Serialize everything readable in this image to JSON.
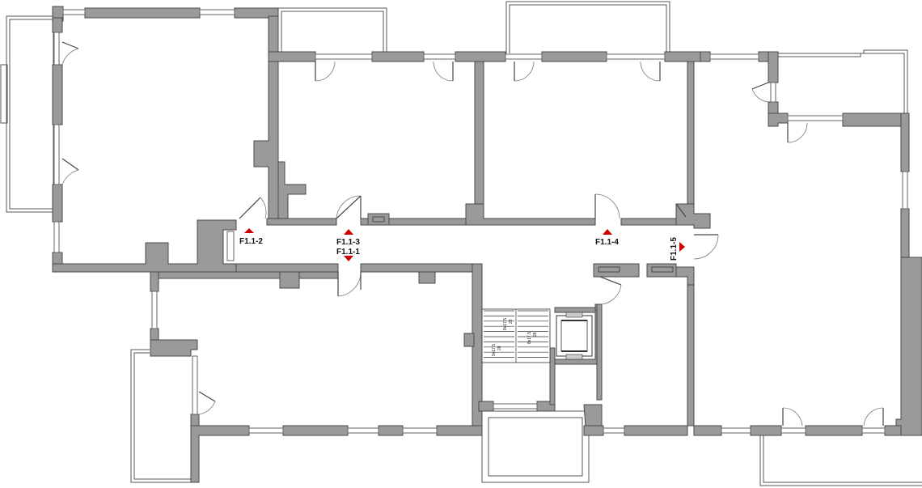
{
  "plan": {
    "markers": [
      {
        "id": "F1.1-1",
        "label": "F1.1-1",
        "direction": "down"
      },
      {
        "id": "F1.1-2",
        "label": "F1.1-2",
        "direction": "up"
      },
      {
        "id": "F1.1-3",
        "label": "F1.1-3",
        "direction": "up"
      },
      {
        "id": "F1.1-4",
        "label": "F1.1-4",
        "direction": "up"
      },
      {
        "id": "F1.1-5",
        "label": "F1.1-5",
        "direction": "right"
      }
    ],
    "stairs": {
      "flight_left_rise": "9x17.5",
      "flight_left_tread": "28",
      "flight_left_rise_b": "8x17.5",
      "flight_left_tread_b": "28",
      "flight_right_rise": "8x17.5",
      "flight_right_tread": "28"
    },
    "colors": {
      "wall": "#9a9a9a",
      "marker": "#cc0000"
    }
  }
}
